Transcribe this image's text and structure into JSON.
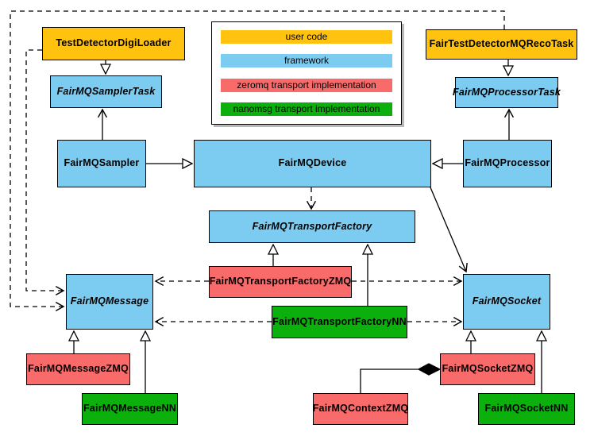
{
  "diagram": {
    "legend": {
      "items": [
        {
          "label": "user code",
          "color": "#FFC20E"
        },
        {
          "label": "framework",
          "color": "#7CCBF0"
        },
        {
          "label": "zeromq transport implementation",
          "color": "#F96B6B"
        },
        {
          "label": "nanomsg transport implementation",
          "color": "#0CB00C"
        }
      ]
    },
    "categories": {
      "user_code": "#FFC20E",
      "framework": "#7CCBF0",
      "zeromq": "#F96B6B",
      "nanomsg": "#0CB00C"
    },
    "nodes": [
      {
        "label": "TestDetectorDigiLoader",
        "category": "user_code",
        "color": "#FFC20E",
        "abstract": false
      },
      {
        "label": "FairTestDetectorMQRecoTask",
        "category": "user_code",
        "color": "#FFC20E",
        "abstract": false
      },
      {
        "label": "FairMQSamplerTask",
        "category": "framework",
        "color": "#7CCBF0",
        "abstract": true
      },
      {
        "label": "FairMQProcessorTask",
        "category": "framework",
        "color": "#7CCBF0",
        "abstract": true
      },
      {
        "label": "FairMQSampler",
        "category": "framework",
        "color": "#7CCBF0",
        "abstract": false
      },
      {
        "label": "FairMQDevice",
        "category": "framework",
        "color": "#7CCBF0",
        "abstract": false
      },
      {
        "label": "FairMQProcessor",
        "category": "framework",
        "color": "#7CCBF0",
        "abstract": false
      },
      {
        "label": "FairMQTransportFactory",
        "category": "framework",
        "color": "#7CCBF0",
        "abstract": true
      },
      {
        "label": "FairMQTransportFactoryZMQ",
        "category": "zeromq",
        "color": "#F96B6B",
        "abstract": false
      },
      {
        "label": "FairMQTransportFactoryNN",
        "category": "nanomsg",
        "color": "#0CB00C",
        "abstract": false
      },
      {
        "label": "FairMQMessage",
        "category": "framework",
        "color": "#7CCBF0",
        "abstract": true
      },
      {
        "label": "FairMQSocket",
        "category": "framework",
        "color": "#7CCBF0",
        "abstract": true
      },
      {
        "label": "FairMQMessageZMQ",
        "category": "zeromq",
        "color": "#F96B6B",
        "abstract": false
      },
      {
        "label": "FairMQMessageNN",
        "category": "nanomsg",
        "color": "#0CB00C",
        "abstract": false
      },
      {
        "label": "FairMQSocketZMQ",
        "category": "zeromq",
        "color": "#F96B6B",
        "abstract": false
      },
      {
        "label": "FairMQContextZMQ",
        "category": "zeromq",
        "color": "#F96B6B",
        "abstract": false
      },
      {
        "label": "FairMQSocketNN",
        "category": "nanomsg",
        "color": "#0CB00C",
        "abstract": false
      }
    ],
    "edges": [
      {
        "from": "TestDetectorDigiLoader",
        "to": "FairMQSamplerTask",
        "type": "generalization"
      },
      {
        "from": "FairTestDetectorMQRecoTask",
        "to": "FairMQProcessorTask",
        "type": "generalization"
      },
      {
        "from": "FairMQSampler",
        "to": "FairMQSamplerTask",
        "type": "association"
      },
      {
        "from": "FairMQProcessor",
        "to": "FairMQProcessorTask",
        "type": "association"
      },
      {
        "from": "FairMQSampler",
        "to": "FairMQDevice",
        "type": "generalization"
      },
      {
        "from": "FairMQProcessor",
        "to": "FairMQDevice",
        "type": "generalization"
      },
      {
        "from": "FairMQDevice",
        "to": "FairMQTransportFactory",
        "type": "dependency"
      },
      {
        "from": "FairMQDevice",
        "to": "FairMQSocket",
        "type": "association"
      },
      {
        "from": "FairMQTransportFactoryZMQ",
        "to": "FairMQTransportFactory",
        "type": "generalization"
      },
      {
        "from": "FairMQTransportFactoryNN",
        "to": "FairMQTransportFactory",
        "type": "generalization"
      },
      {
        "from": "FairMQTransportFactoryZMQ",
        "to": "FairMQMessage",
        "type": "dependency"
      },
      {
        "from": "FairMQTransportFactoryNN",
        "to": "FairMQMessage",
        "type": "dependency"
      },
      {
        "from": "FairMQTransportFactoryZMQ",
        "to": "FairMQSocket",
        "type": "dependency"
      },
      {
        "from": "FairMQTransportFactoryNN",
        "to": "FairMQSocket",
        "type": "dependency"
      },
      {
        "from": "TestDetectorDigiLoader",
        "to": "FairMQMessage",
        "type": "dependency"
      },
      {
        "from": "FairTestDetectorMQRecoTask",
        "to": "FairMQMessage",
        "type": "dependency"
      },
      {
        "from": "FairMQMessageZMQ",
        "to": "FairMQMessage",
        "type": "generalization"
      },
      {
        "from": "FairMQMessageNN",
        "to": "FairMQMessage",
        "type": "generalization"
      },
      {
        "from": "FairMQSocketZMQ",
        "to": "FairMQSocket",
        "type": "generalization"
      },
      {
        "from": "FairMQSocketNN",
        "to": "FairMQSocket",
        "type": "generalization"
      },
      {
        "from": "FairMQContextZMQ",
        "to": "FairMQSocketZMQ",
        "type": "composition"
      }
    ]
  }
}
